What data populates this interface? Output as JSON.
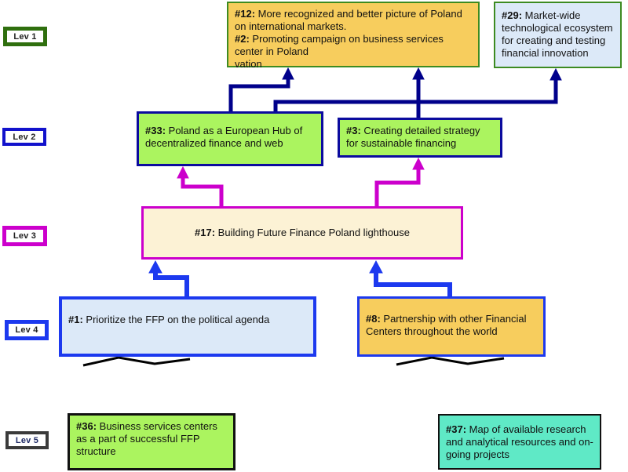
{
  "diagram": {
    "background_color": "#ffffff",
    "levels": [
      {
        "label": "Lev 1",
        "border_color": "#2F6F0E"
      },
      {
        "label": "Lev 2",
        "border_color": "#1212CC"
      },
      {
        "label": "Lev 3",
        "border_color": "#CC00CC"
      },
      {
        "label": "Lev 4",
        "border_color": "#1C39EF"
      },
      {
        "label": "Lev 5",
        "border_color": "#3A3A3A"
      }
    ],
    "nodes": {
      "n12": {
        "level": "Lev 1",
        "bg": "#F7CD5D",
        "border": "#3D8B21",
        "paragraphs": [
          {
            "b": "#12:",
            "t": "  More recognized and better picture of Poland on international markets."
          },
          {
            "b": "#2:",
            "t": " Promoting campaign on business services center in Poland"
          },
          {
            "b": "",
            "t": "vation"
          }
        ]
      },
      "n29": {
        "level": "Lev 1",
        "bg": "#DCE9F8",
        "border": "#3D8B21",
        "paragraphs": [
          {
            "b": "#29:",
            "t": " Market-wide technological ecosystem for creating and testing financial innovation"
          }
        ]
      },
      "n33": {
        "level": "Lev 2",
        "bg": "#ABF45F",
        "border": "#0B0B9E",
        "paragraphs": [
          {
            "b": "#33:",
            "t": " Poland as a European Hub of decentralized finance and web"
          }
        ]
      },
      "n3": {
        "level": "Lev 2",
        "bg": "#ABF45F",
        "border": "#0B0B9E",
        "paragraphs": [
          {
            "b": "#3:",
            "t": " Creating detailed strategy for sustainable financing"
          }
        ]
      },
      "n17": {
        "level": "Lev 3",
        "bg": "#FCF2D5",
        "border": "#CC00CC",
        "paragraphs": [
          {
            "b": "#17:",
            "t": "  Building Future Finance Poland lighthouse"
          }
        ]
      },
      "n1": {
        "level": "Lev 4",
        "bg": "#DCE9F8",
        "border": "#1C39EF",
        "paragraphs": [
          {
            "b": "#1:",
            "t": "  Prioritize the FFP on the political agenda"
          }
        ]
      },
      "n8": {
        "level": "Lev 4",
        "bg": "#F7CD5D",
        "border": "#1C39EF",
        "paragraphs": [
          {
            "b": "#8:",
            "t": " Partnership with other Financial Centers throughout the world"
          }
        ]
      },
      "n36": {
        "level": "Lev 5",
        "bg": "#ABF45F",
        "border": "#111111",
        "paragraphs": [
          {
            "b": "#36:",
            "t": " Business services centers as a part of successful FFP structure"
          }
        ]
      },
      "n37": {
        "level": "Lev 5",
        "bg": "#5FE9C6",
        "border": "#111111",
        "paragraphs": [
          {
            "b": "#37:",
            "t": " Map of available research and analytical resources and on-going projects"
          }
        ]
      }
    },
    "connections": [
      {
        "from": "#33",
        "to": "#12",
        "color": "#00008B"
      },
      {
        "from": "#3",
        "to": "#12",
        "color": "#00008B"
      },
      {
        "from": "#33",
        "to": "#29",
        "color": "#00008B"
      },
      {
        "from": "#17",
        "to": "#33",
        "color": "#CC00CC"
      },
      {
        "from": "#17",
        "to": "#3",
        "color": "#CC00CC"
      },
      {
        "from": "#1",
        "to": "#17",
        "color": "#1C39EF"
      },
      {
        "from": "#8",
        "to": "#17",
        "color": "#1C39EF"
      },
      {
        "from": "#36",
        "to": "#1",
        "color": "#000000"
      },
      {
        "from": "#37",
        "to": "#8",
        "color": "#000000"
      }
    ]
  }
}
